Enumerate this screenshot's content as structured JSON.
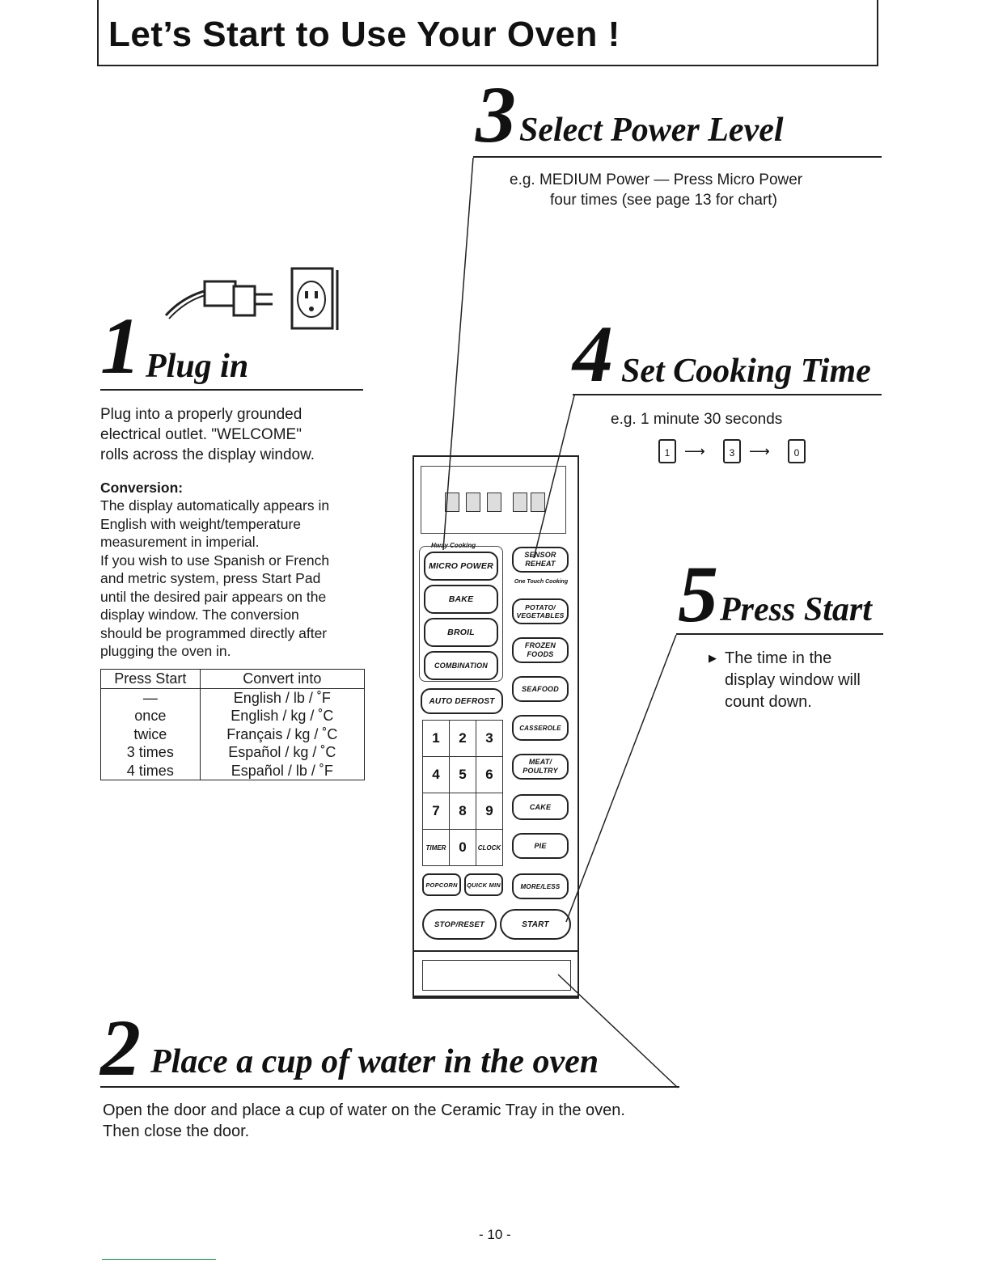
{
  "header": {
    "title": "Let’s Start to Use Your Oven !"
  },
  "step1": {
    "number": "1",
    "title": "Plug in",
    "body": [
      "Plug into a properly grounded",
      "electrical outlet. \"WELCOME\"",
      "rolls across the display window."
    ],
    "conversion_heading": "Conversion:",
    "conversion_text": [
      "The display automatically appears in",
      "English with weight/temperature",
      "measurement in imperial.",
      "If you wish to use Spanish or French",
      "and metric system, press Start Pad",
      "until the desired pair appears on the",
      "display window. The conversion",
      "should be programmed directly after",
      "plugging the oven in."
    ],
    "table": {
      "headers": [
        "Press Start",
        "Convert into"
      ],
      "rows": [
        [
          "—",
          "English  /  lb  /  ˚F"
        ],
        [
          "once",
          "English  /  kg  /  ˚C"
        ],
        [
          "twice",
          "Français  /  kg  /  ˚C"
        ],
        [
          "3 times",
          "Español  /  kg  /  ˚C"
        ],
        [
          "4 times",
          "Español  /  lb  /  ˚F"
        ]
      ]
    }
  },
  "step2": {
    "number": "2",
    "title": "Place a cup of water in the oven",
    "body": [
      "Open the door and place a cup of water on the Ceramic Tray in the oven.",
      "Then close the door."
    ]
  },
  "step3": {
    "number": "3",
    "title": "Select Power Level",
    "body": [
      "e.g.  MEDIUM Power — Press Micro Power",
      "four times (see page 13 for chart)"
    ]
  },
  "step4": {
    "number": "4",
    "title": "Set Cooking Time",
    "body": "e.g.  1 minute 30 seconds",
    "keys": [
      "1",
      "3",
      "0"
    ]
  },
  "step5": {
    "number": "5",
    "title": "Press Start",
    "body": [
      "The time in the",
      "display window will",
      "count down."
    ]
  },
  "panel": {
    "section_label": "Hway Cooking",
    "one_touch_label": "One Touch Cooking",
    "left_buttons": [
      "MICRO POWER",
      "BAKE",
      "BROIL",
      "COMBINATION",
      "AUTO DEFROST"
    ],
    "right_buttons": [
      "SENSOR REHEAT",
      "POTATO/ VEGETABLES",
      "FROZEN FOODS",
      "SEAFOOD",
      "CASSEROLE",
      "MEAT/ POULTRY",
      "CAKE",
      "PIE",
      "MORE/LESS"
    ],
    "numpad": [
      "1",
      "2",
      "3",
      "4",
      "5",
      "6",
      "7",
      "8",
      "9",
      "TIMER",
      "0",
      "CLOCK"
    ],
    "bottom_small": [
      "POPCORN",
      "QUICK MIN"
    ],
    "stop_reset": "STOP/RESET",
    "start": "START"
  },
  "page_number": "- 10 -"
}
